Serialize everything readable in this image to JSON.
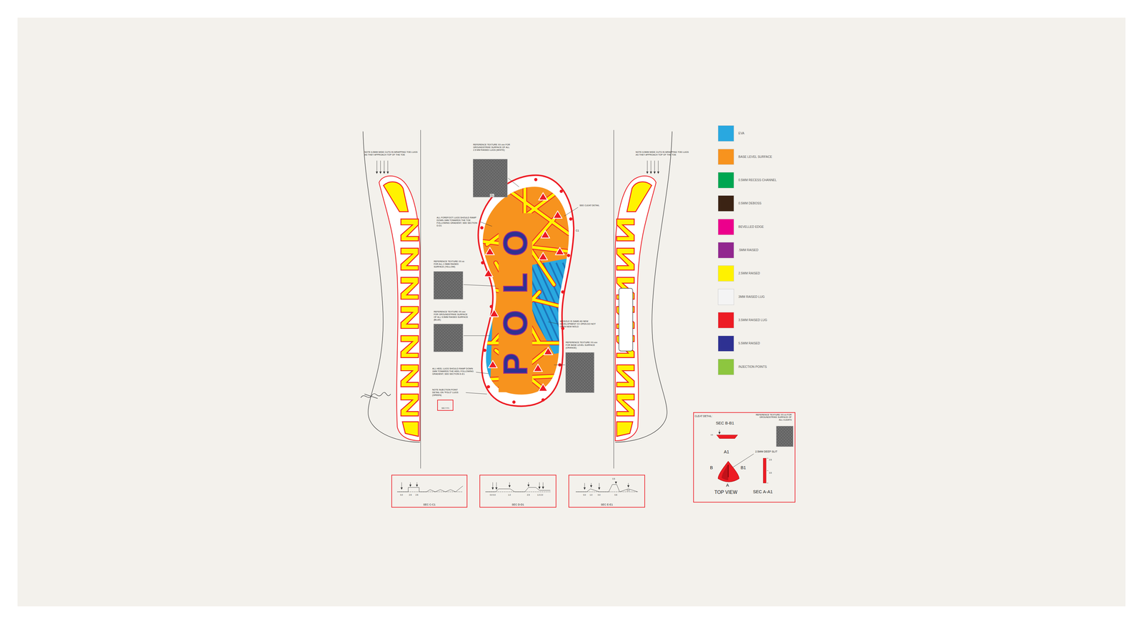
{
  "diagram": {
    "nodes": [
      {
        "text": [
          "SEC F-F1"
        ]
      },
      {
        "text": [
          "CLEAT DETAIL:"
        ]
      },
      {
        "text": [
          "SEC C-C1"
        ]
      },
      {
        "text": [
          "SEC D-D1"
        ]
      },
      {
        "text": [
          "SEC E-E1"
        ]
      }
    ],
    "labels": [
      "NOTE 6.5MM WIDE CUTS IN WRAPPING TOE LUGS AS THEY APPROACH TOP OF THE TOE",
      "NOTE 6.5MM WIDE CUTS IN WRAPPING TOE LUGS AS THEY APPROACH TOP OF THE TOE",
      "REFERENCE TEXTURE XX-xxx FOR GROUNDSTRIKE SURFACE OF ALL 2.5 MM RAISED LUGS (WHITE)",
      "D1",
      "SEE CLEAT DETAIL",
      "C1",
      "ALL FOREFOOT LUGS SHOULD RAMP DOWN 1MM TOWARDS THE TOE FOLLOWING GRADIENT, SEE SECTION D-D1",
      "REFERENCE TEXTURE XX-xx FOR ALL 2.5MM RAISED SURFACE (YELLOW)",
      "REFERENCE TEXTURE XX-xxx FOR GROUNDSTRIKE SURFACE OF ALL 5.5MM RAISED SURFACE (BLUE)",
      "MIDSOLE IS SAME AS NEW DEVELOPMENT XX OPEN DO NOT OPEN NEW MOLD",
      "REFERENCE TEXTURE XX-xxx FOR BASE LEVEL SURFACE (ORANGE)",
      "ALL HEEL LUGS SHOULD RAMP DOWN 1MM TOWARDS THE HEEL FOLLOWING GRADIENT, SEE SECTION E-E1",
      "NOTE INJECTION POINT DETAIL ON \"POLO\" LUGS (GREEN)",
      "POLO",
      "0.0",
      "2.5",
      "2.5",
      "0.0 0.0",
      "1.0",
      "2.5",
      "1.0 2.0",
      "0.0",
      "1.0",
      "0.0",
      "0.5",
      "0.5",
      "2.0",
      "REFERENCE TEXTURE XX-xx FOR GROUNDSTRIKE SURFACE OF ALL CLEATS",
      "SEC B-B1",
      "0.5",
      "A1",
      "2.5MM DEEP SLIT",
      "B",
      "B1",
      "2.5",
      "3.5",
      "A",
      "TOP VIEW",
      "SEC A-A1"
    ],
    "legend": [
      {
        "text": "EVA",
        "color": "#29a8e0"
      },
      {
        "text": "BASE LEVEL SURFACE",
        "color": "#f7931e"
      },
      {
        "text": "0.5MM RECESS CHANNEL",
        "color": "#00a651"
      },
      {
        "text": "0.5MM DEBOSS",
        "color": "#3b2314"
      },
      {
        "text": "BEVELLED EDGE",
        "color": "#ec008c"
      },
      {
        "text": ".5MM RAISED",
        "color": "#92278f"
      },
      {
        "text": "2.5MM RAISED",
        "color": "#fff200"
      },
      {
        "text": "3MM RAISED LUG",
        "color": "#f4f4f4"
      },
      {
        "text": "3.5MM RAISED LUG",
        "color": "#ed1c24"
      },
      {
        "text": "5.5MM RAISED",
        "color": "#2e3192"
      },
      {
        "text": "INJECTION POINTS",
        "color": "#8dc63f"
      }
    ]
  }
}
